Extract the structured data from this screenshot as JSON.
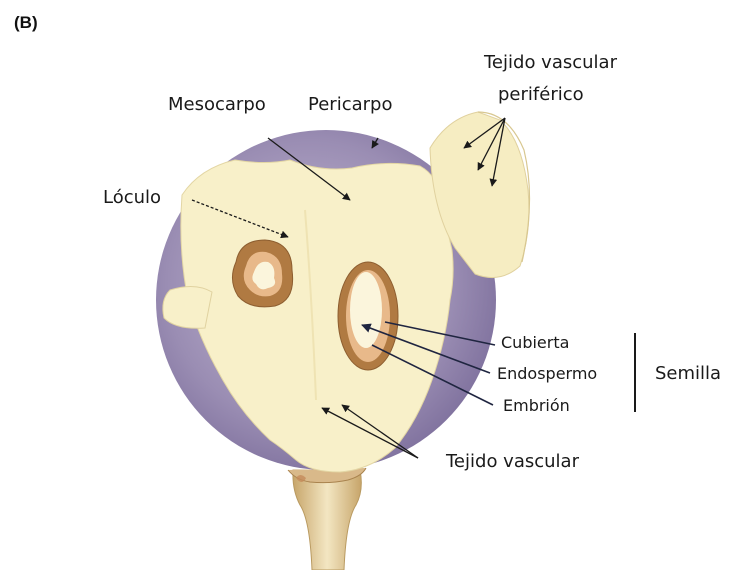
{
  "panel_label": "(B)",
  "labels": {
    "mesocarpo": "Mesocarpo",
    "pericarpo": "Pericarpo",
    "loculo": "Lóculo",
    "tejido_vascular_periferico_1": "Tejido vascular",
    "tejido_vascular_periferico_2": "periférico",
    "cubierta": "Cubierta",
    "endospermo": "Endospermo",
    "embrion": "Embrión",
    "semilla": "Semilla",
    "tejido_vascular": "Tejido vascular"
  },
  "colors": {
    "pericarp_purple": "#9a8db3",
    "flesh_cream": "#f8f0c9",
    "seed_ring_brown": "#b07a42",
    "seed_inner": "#fbf5dc",
    "stem": "#e6d3a3",
    "arrow_dark": "#1f2540"
  }
}
